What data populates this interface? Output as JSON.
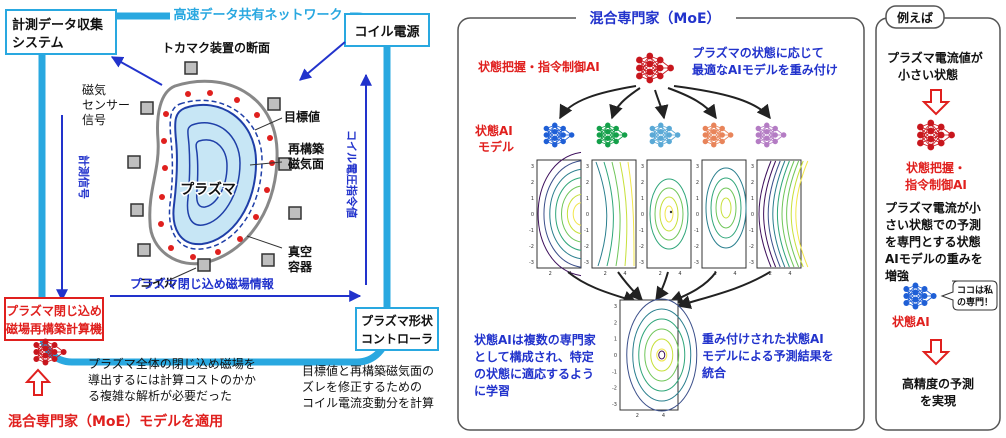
{
  "colors": {
    "accent_blue": "#29a8e0",
    "text_blue": "#2233cc",
    "text_red": "#e0201e",
    "net_red": "#c8161d",
    "net_blue": "#1f5fd6",
    "net_green": "#14a04a",
    "net_lightblue": "#5aa9d6",
    "net_orange": "#e8845a",
    "net_purple": "#b47cc4",
    "plasma_fill": "#c7e6f5",
    "coil_fill": "#bfbfbf"
  },
  "left": {
    "network_label": "高速データ共有ネットワーク",
    "collection_system": [
      "計測データ収集",
      "システム"
    ],
    "coil_power": "コイル電源",
    "tokamak_cross_section": "トカマク装置の断面",
    "magnetic_sensor": [
      "磁気",
      "センサー",
      "信号"
    ],
    "target_value": "目標値",
    "reconstructed_surface": [
      "再構築",
      "磁気面"
    ],
    "plasma_label": "プラズマ",
    "vacuum_vessel": [
      "真空",
      "容器"
    ],
    "coil_label": "コイル",
    "measurement_signal": "計測信号",
    "coil_voltage_command": "コイル電圧指令値",
    "confinement_info": "プラズマ閉じ込め磁場情報",
    "calculator": [
      "プラズマ閉じ込め",
      "磁場再構築計算機"
    ],
    "shape_controller": [
      "プラズマ形状",
      "コントローラ"
    ],
    "calc_note": [
      "プラズマ全体の閉じ込め磁場を",
      "導出するには計算コストのかか",
      "る複雑な解析が必要だった"
    ],
    "controller_note": [
      "目標値と再構築磁気面の",
      "ズレを修正するための",
      "コイル電流変動分を計算"
    ],
    "apply_moe": "混合専門家（MoE）モデルを適用"
  },
  "middle": {
    "title": "混合専門家（MoE）",
    "gating_label": "状態把握・指令制御AI",
    "gating_desc": [
      "プラズマの状態に応じて",
      "最適なAIモデルを重み付け"
    ],
    "expert_label": [
      "状態AI",
      "モデル"
    ],
    "experts_desc": [
      "状態AIは複数の専門家",
      "として構成され、特定",
      "の状態に適応するよう",
      "に学習"
    ],
    "result_desc": [
      "重み付けされた状態AI",
      "モデルによる予測結果を",
      "統合"
    ],
    "tick_y": [
      "3",
      "2",
      "1",
      "0",
      "-1",
      "-2",
      "-3"
    ],
    "tick_x": [
      "2",
      "4"
    ]
  },
  "right": {
    "example": "例えば",
    "state": [
      "プラズマ電流値が",
      "小さい状態"
    ],
    "gating_label": [
      "状態把握・",
      "指令制御AI"
    ],
    "desc": [
      "プラズマ電流が小",
      "さい状態での予測",
      "を専門とする状態",
      "AIモデルの重みを",
      "増強"
    ],
    "bubble": [
      "ココは私",
      "の専門！"
    ],
    "state_ai": "状態AI",
    "result": [
      "高精度の予測",
      "を実現"
    ]
  }
}
